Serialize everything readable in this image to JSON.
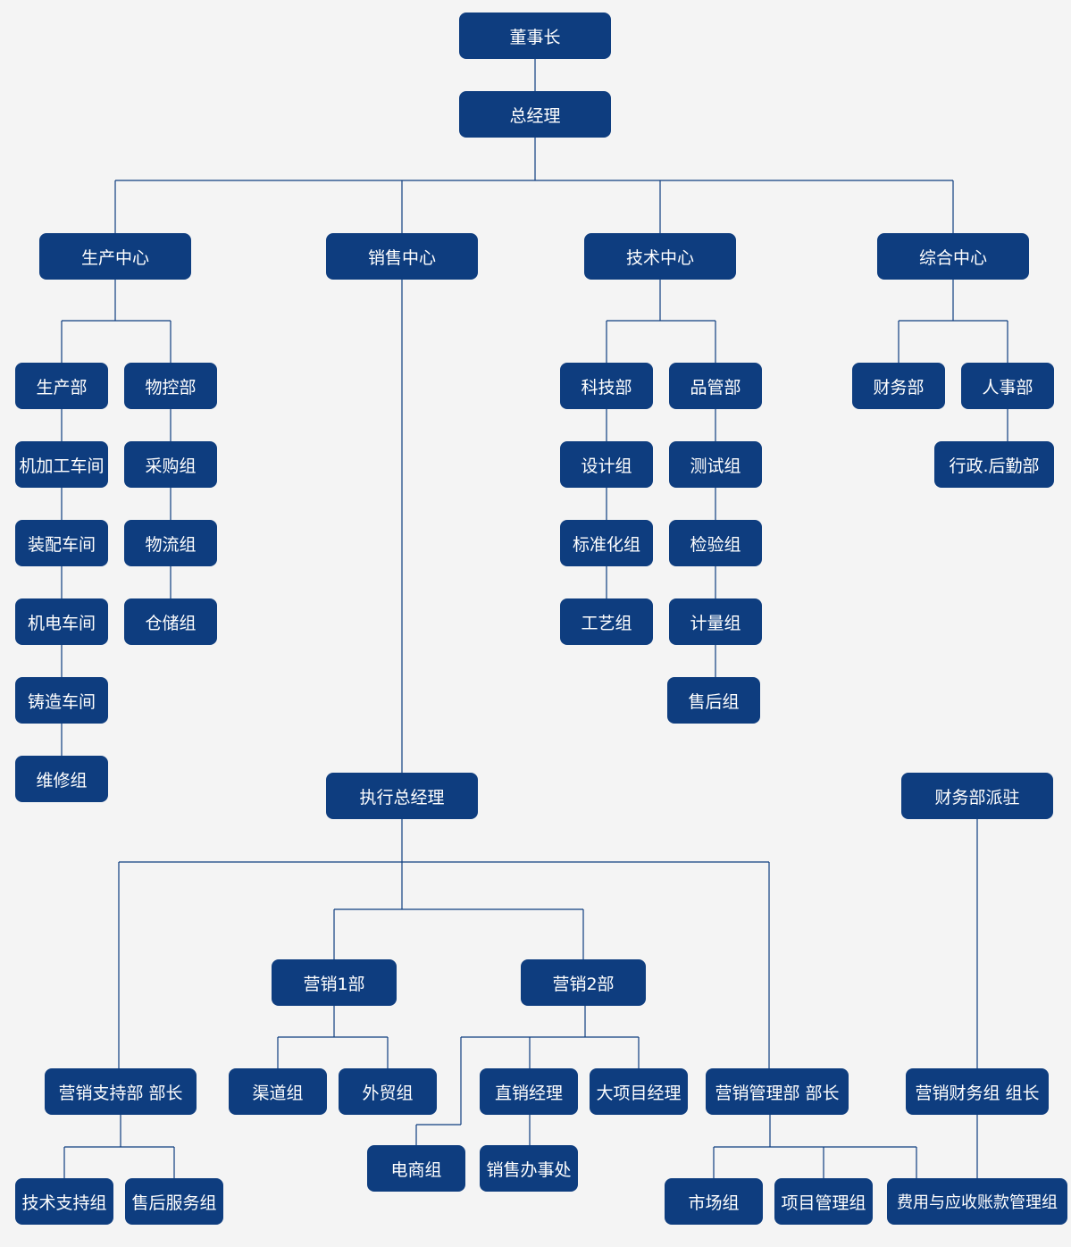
{
  "colors": {
    "node_fill": "#0e3d7f",
    "node_text": "#ffffff",
    "line": "#0e3d7f",
    "background": "#f4f4f4"
  },
  "nodes": {
    "chairman": "董事长",
    "gm": "总经理",
    "production_center": "生产中心",
    "sales_center": "销售中心",
    "tech_center": "技术中心",
    "general_center": "综合中心",
    "production_dept": "生产部",
    "machining_workshop": "机加工车间",
    "assembly_workshop": "装配车间",
    "electromech_workshop": "机电车间",
    "casting_workshop": "铸造车间",
    "maintenance_group": "维修组",
    "material_control_dept": "物控部",
    "purchasing_group": "采购组",
    "logistics_group": "物流组",
    "warehouse_group": "仓储组",
    "science_tech_dept": "科技部",
    "design_group": "设计组",
    "standardization_group": "标准化组",
    "process_group": "工艺组",
    "quality_dept": "品管部",
    "testing_group": "测试组",
    "inspection_group": "检验组",
    "metrology_group": "计量组",
    "after_sales_group": "售后组",
    "finance_dept": "财务部",
    "hr_dept": "人事部",
    "admin_logistics_dept": "行政.后勤部",
    "executive_gm": "执行总经理",
    "finance_dispatch": "财务部派驻",
    "marketing_1": "营销1部",
    "marketing_2": "营销2部",
    "marketing_support_head": "营销支持部 部长",
    "channel_group": "渠道组",
    "foreign_trade_group": "外贸组",
    "direct_sales_manager": "直销经理",
    "key_project_manager": "大项目经理",
    "marketing_mgmt_head": "营销管理部 部长",
    "marketing_finance_leader": "营销财务组 组长",
    "tech_support_group": "技术支持组",
    "after_sales_service_group": "售后服务组",
    "ecommerce_group": "电商组",
    "sales_office": "销售办事处",
    "market_group": "市场组",
    "project_mgmt_group": "项目管理组",
    "expense_receivable_group": "费用与应收账款管理组"
  }
}
